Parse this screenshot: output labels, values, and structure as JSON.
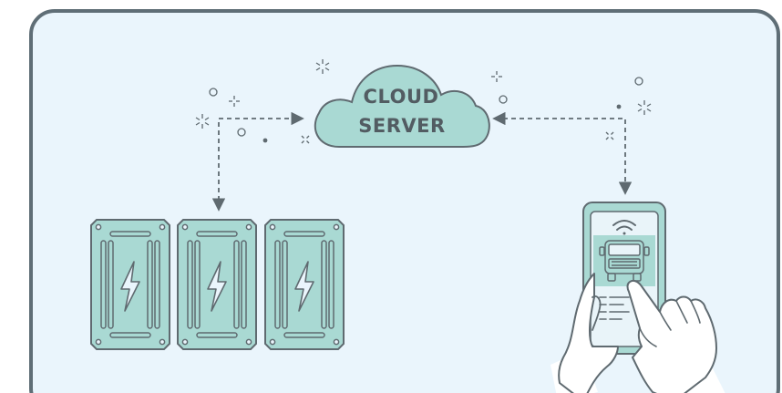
{
  "cloud": {
    "line1": "CLOUD",
    "line2": "SERVER"
  },
  "colors": {
    "panel_fill": "#eaf5fc",
    "panel_border": "#5f6e76",
    "outline": "#5f6a70",
    "teal_fill": "#a9d9d3",
    "text": "#525c62",
    "phone_screen": "#e9f4f9",
    "white": "#ffffff"
  },
  "icons": [
    "cloud-icon",
    "battery-pack-icon",
    "lightning-icon",
    "smartphone-icon",
    "wifi-icon",
    "truck-icon",
    "hand-icon",
    "sparkle-icon"
  ],
  "battery_packs": {
    "count": 3
  }
}
